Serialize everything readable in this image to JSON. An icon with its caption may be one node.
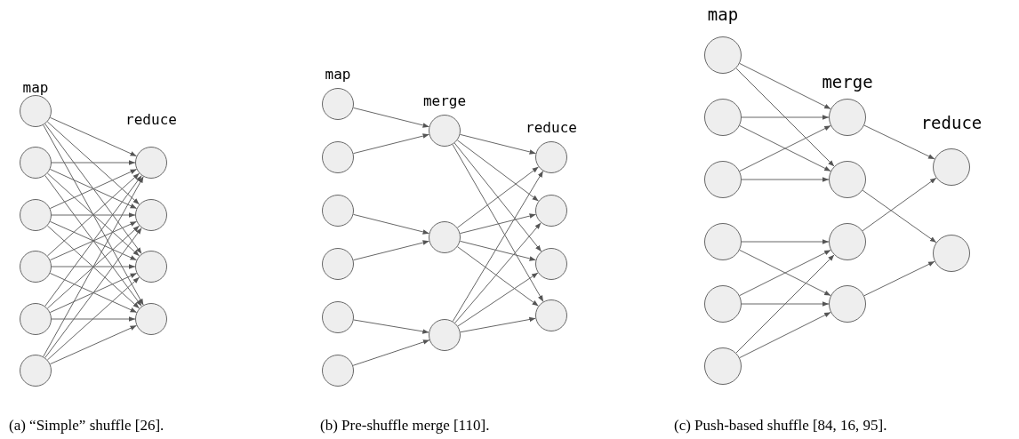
{
  "diagram": {
    "nodes": [
      {
        "text": [],
        "shape": "circle"
      },
      {
        "text": [],
        "shape": "circle"
      },
      {
        "text": [],
        "shape": "circle"
      },
      {
        "text": [],
        "shape": "circle"
      },
      {
        "text": [],
        "shape": "circle"
      },
      {
        "text": [],
        "shape": "circle"
      },
      {
        "text": [],
        "shape": "circle"
      },
      {
        "text": [],
        "shape": "circle"
      },
      {
        "text": [],
        "shape": "circle"
      },
      {
        "text": [],
        "shape": "circle"
      },
      {
        "text": [],
        "shape": "circle"
      },
      {
        "text": [],
        "shape": "circle"
      },
      {
        "text": [],
        "shape": "circle"
      },
      {
        "text": [],
        "shape": "circle"
      },
      {
        "text": [],
        "shape": "circle"
      },
      {
        "text": [],
        "shape": "circle"
      },
      {
        "text": [],
        "shape": "circle"
      },
      {
        "text": [],
        "shape": "circle"
      },
      {
        "text": [],
        "shape": "circle"
      },
      {
        "text": [],
        "shape": "circle"
      },
      {
        "text": [],
        "shape": "circle"
      },
      {
        "text": [],
        "shape": "circle"
      },
      {
        "text": [],
        "shape": "circle"
      },
      {
        "text": [],
        "shape": "circle"
      },
      {
        "text": [],
        "shape": "circle"
      },
      {
        "text": [],
        "shape": "circle"
      },
      {
        "text": [],
        "shape": "circle"
      },
      {
        "text": [],
        "shape": "circle"
      },
      {
        "text": [],
        "shape": "circle"
      },
      {
        "text": [],
        "shape": "circle"
      },
      {
        "text": [],
        "shape": "circle"
      },
      {
        "text": [],
        "shape": "circle"
      },
      {
        "text": [],
        "shape": "circle"
      },
      {
        "text": [],
        "shape": "circle"
      },
      {
        "text": [],
        "shape": "circle"
      }
    ],
    "edges": [
      {
        "from": 0,
        "to": 6,
        "arrow": "to"
      },
      {
        "from": 0,
        "to": 7,
        "arrow": "to"
      },
      {
        "from": 0,
        "to": 8,
        "arrow": "to"
      },
      {
        "from": 0,
        "to": 9,
        "arrow": "to"
      },
      {
        "from": 1,
        "to": 6,
        "arrow": "to"
      },
      {
        "from": 1,
        "to": 7,
        "arrow": "to"
      },
      {
        "from": 1,
        "to": 8,
        "arrow": "to"
      },
      {
        "from": 1,
        "to": 9,
        "arrow": "to"
      },
      {
        "from": 2,
        "to": 6,
        "arrow": "to"
      },
      {
        "from": 2,
        "to": 7,
        "arrow": "to"
      },
      {
        "from": 2,
        "to": 8,
        "arrow": "to"
      },
      {
        "from": 2,
        "to": 9,
        "arrow": "to"
      },
      {
        "from": 3,
        "to": 6,
        "arrow": "to"
      },
      {
        "from": 3,
        "to": 7,
        "arrow": "to"
      },
      {
        "from": 3,
        "to": 8,
        "arrow": "to"
      },
      {
        "from": 3,
        "to": 9,
        "arrow": "to"
      },
      {
        "from": 4,
        "to": 6,
        "arrow": "to"
      },
      {
        "from": 4,
        "to": 7,
        "arrow": "to"
      },
      {
        "from": 4,
        "to": 8,
        "arrow": "to"
      },
      {
        "from": 4,
        "to": 9,
        "arrow": "to"
      },
      {
        "from": 5,
        "to": 6,
        "arrow": "to"
      },
      {
        "from": 5,
        "to": 7,
        "arrow": "to"
      },
      {
        "from": 5,
        "to": 8,
        "arrow": "to"
      },
      {
        "from": 5,
        "to": 9,
        "arrow": "to"
      },
      {
        "from": 10,
        "to": 16,
        "arrow": "to"
      },
      {
        "from": 11,
        "to": 16,
        "arrow": "to"
      },
      {
        "from": 12,
        "to": 17,
        "arrow": "to"
      },
      {
        "from": 13,
        "to": 17,
        "arrow": "to"
      },
      {
        "from": 14,
        "to": 18,
        "arrow": "to"
      },
      {
        "from": 15,
        "to": 18,
        "arrow": "to"
      },
      {
        "from": 16,
        "to": 19,
        "arrow": "to"
      },
      {
        "from": 16,
        "to": 20,
        "arrow": "to"
      },
      {
        "from": 16,
        "to": 21,
        "arrow": "to"
      },
      {
        "from": 16,
        "to": 22,
        "arrow": "to"
      },
      {
        "from": 17,
        "to": 19,
        "arrow": "to"
      },
      {
        "from": 17,
        "to": 20,
        "arrow": "to"
      },
      {
        "from": 17,
        "to": 21,
        "arrow": "to"
      },
      {
        "from": 17,
        "to": 22,
        "arrow": "to"
      },
      {
        "from": 18,
        "to": 19,
        "arrow": "to"
      },
      {
        "from": 18,
        "to": 20,
        "arrow": "to"
      },
      {
        "from": 18,
        "to": 21,
        "arrow": "to"
      },
      {
        "from": 18,
        "to": 22,
        "arrow": "to"
      },
      {
        "from": 23,
        "to": 29,
        "arrow": "to"
      },
      {
        "from": 23,
        "to": 30,
        "arrow": "to"
      },
      {
        "from": 24,
        "to": 29,
        "arrow": "to"
      },
      {
        "from": 24,
        "to": 30,
        "arrow": "to"
      },
      {
        "from": 25,
        "to": 29,
        "arrow": "to"
      },
      {
        "from": 25,
        "to": 30,
        "arrow": "to"
      },
      {
        "from": 26,
        "to": 31,
        "arrow": "to"
      },
      {
        "from": 26,
        "to": 32,
        "arrow": "to"
      },
      {
        "from": 27,
        "to": 31,
        "arrow": "to"
      },
      {
        "from": 27,
        "to": 32,
        "arrow": "to"
      },
      {
        "from": 28,
        "to": 31,
        "arrow": "to"
      },
      {
        "from": 28,
        "to": 32,
        "arrow": "to"
      },
      {
        "from": 29,
        "to": 33,
        "arrow": "to"
      },
      {
        "from": 30,
        "to": 34,
        "arrow": "to"
      },
      {
        "from": 31,
        "to": 33,
        "arrow": "to"
      },
      {
        "from": 32,
        "to": 34,
        "arrow": "to"
      }
    ],
    "labels": [
      "map",
      "reduce",
      "map",
      "merge",
      "reduce",
      "map",
      "merge",
      "reduce",
      "(a) “Simple” shuffle [26].",
      "(b) Pre-shuffle merge [110].",
      "(c) Push-based shuffle [84, 16, 95]."
    ]
  }
}
